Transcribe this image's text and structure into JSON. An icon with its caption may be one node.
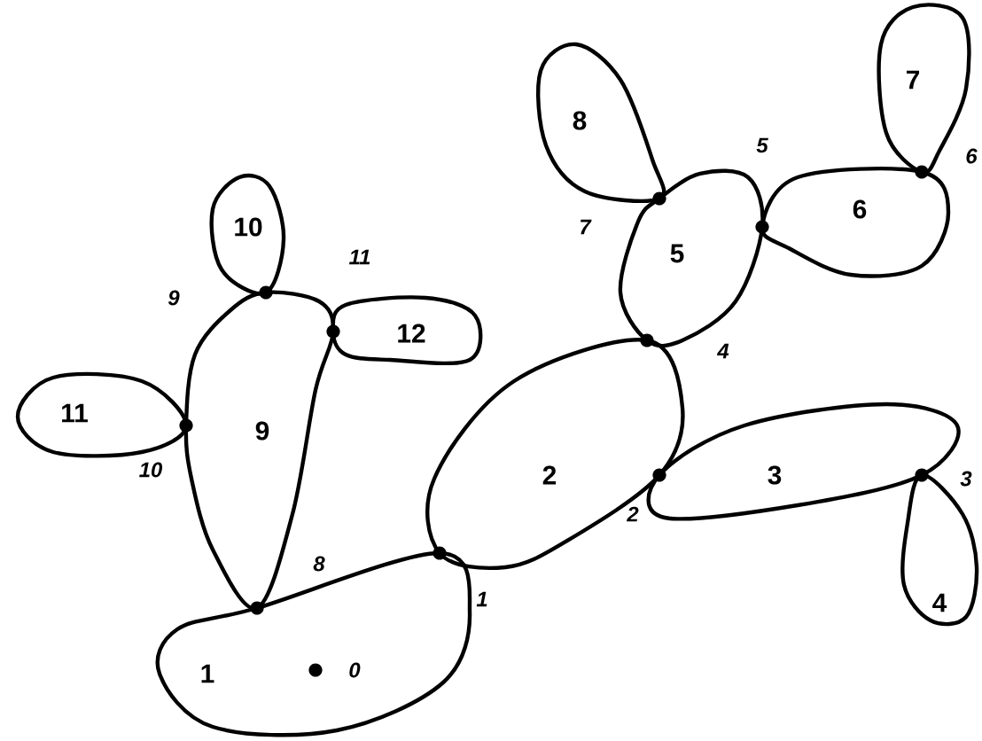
{
  "diagram": {
    "nodes": [
      {
        "text": [
          "1"
        ]
      },
      {
        "text": [
          "2"
        ]
      },
      {
        "text": [
          "3"
        ]
      },
      {
        "text": [
          "4"
        ]
      },
      {
        "text": [
          "5"
        ]
      },
      {
        "text": [
          "6"
        ]
      },
      {
        "text": [
          "7"
        ]
      },
      {
        "text": [
          "8"
        ]
      },
      {
        "text": [
          "9"
        ]
      },
      {
        "text": [
          "10"
        ]
      },
      {
        "text": [
          "11"
        ]
      },
      {
        "text": [
          "12"
        ]
      }
    ],
    "labels": [
      "5",
      "6",
      "7",
      "11",
      "9",
      "4",
      "10",
      "3",
      "2",
      "8",
      "1",
      "0"
    ]
  }
}
